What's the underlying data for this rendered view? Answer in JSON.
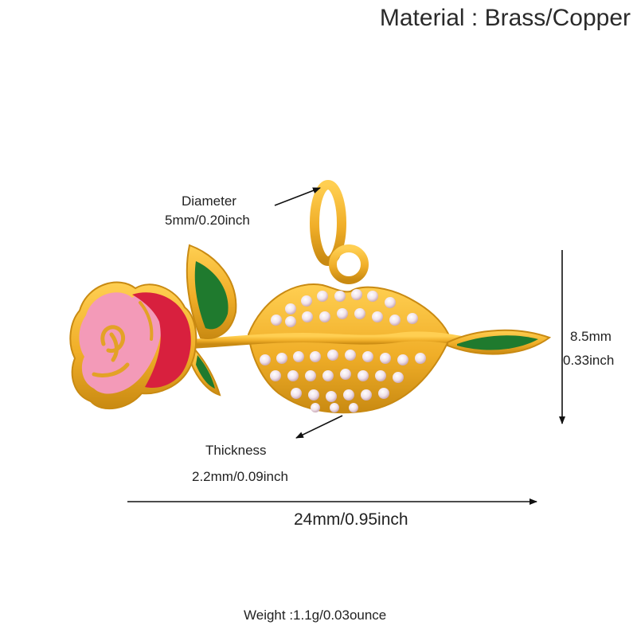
{
  "material": "Material : Brass/Copper",
  "diameter": {
    "label": "Diameter",
    "value": "5mm/0.20inch"
  },
  "height": {
    "mm": "8.5mm",
    "inch": "0.33inch"
  },
  "thickness": {
    "label": "Thickness",
    "value": "2.2mm/0.09inch"
  },
  "width": {
    "value": "24mm/0.95inch"
  },
  "weight": "Weight :1.1g/0.03ounce",
  "colors": {
    "gold": "#f0b02a",
    "gold_dark": "#c98a12",
    "rose_pink": "#f39ab8",
    "rose_red": "#d8203e",
    "leaf_green": "#1f7a2e",
    "crystal": "#f3e9ee"
  }
}
